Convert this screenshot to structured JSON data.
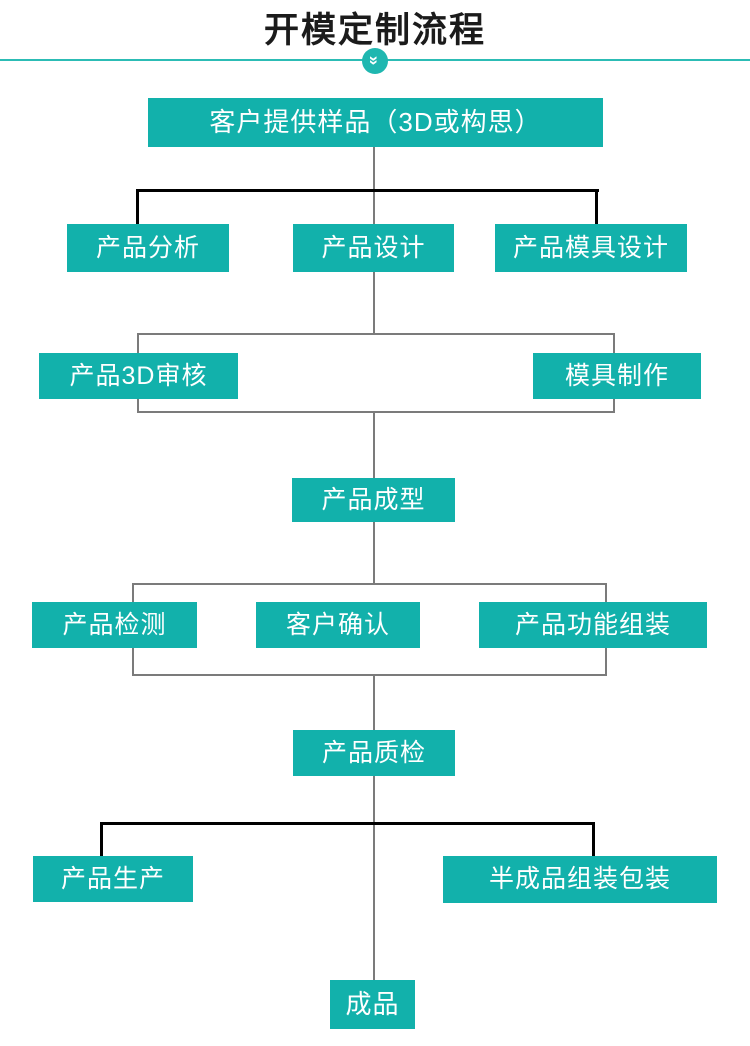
{
  "header": {
    "title": "开模定制流程",
    "divider_icon": "chevron-double-down",
    "divider_glyph": "»"
  },
  "colors": {
    "node_teal": "#12b1ab",
    "accent_teal": "#2cbcb5",
    "badge_teal": "#1fb7b0",
    "connector_gray": "#7b7b7b",
    "connector_black": "#000000",
    "node_text": "#ffffff",
    "title_text": "#1b1b1b",
    "background": "#ffffff"
  },
  "flowchart": {
    "nodes": {
      "sample": {
        "label": "客户提供样品（3D或构思）"
      },
      "analysis": {
        "label": "产品分析"
      },
      "design": {
        "label": "产品设计"
      },
      "mold_design": {
        "label": "产品模具设计"
      },
      "review_3d": {
        "label": "产品3D审核"
      },
      "mold_making": {
        "label": "模具制作"
      },
      "molding": {
        "label": "产品成型"
      },
      "testing": {
        "label": "产品检测"
      },
      "confirm": {
        "label": "客户确认"
      },
      "func_assembly": {
        "label": "产品功能组装"
      },
      "qc": {
        "label": "产品质检"
      },
      "production": {
        "label": "产品生产"
      },
      "semi_assembly": {
        "label": "半成品组装包装"
      },
      "finished": {
        "label": "成品"
      }
    }
  }
}
